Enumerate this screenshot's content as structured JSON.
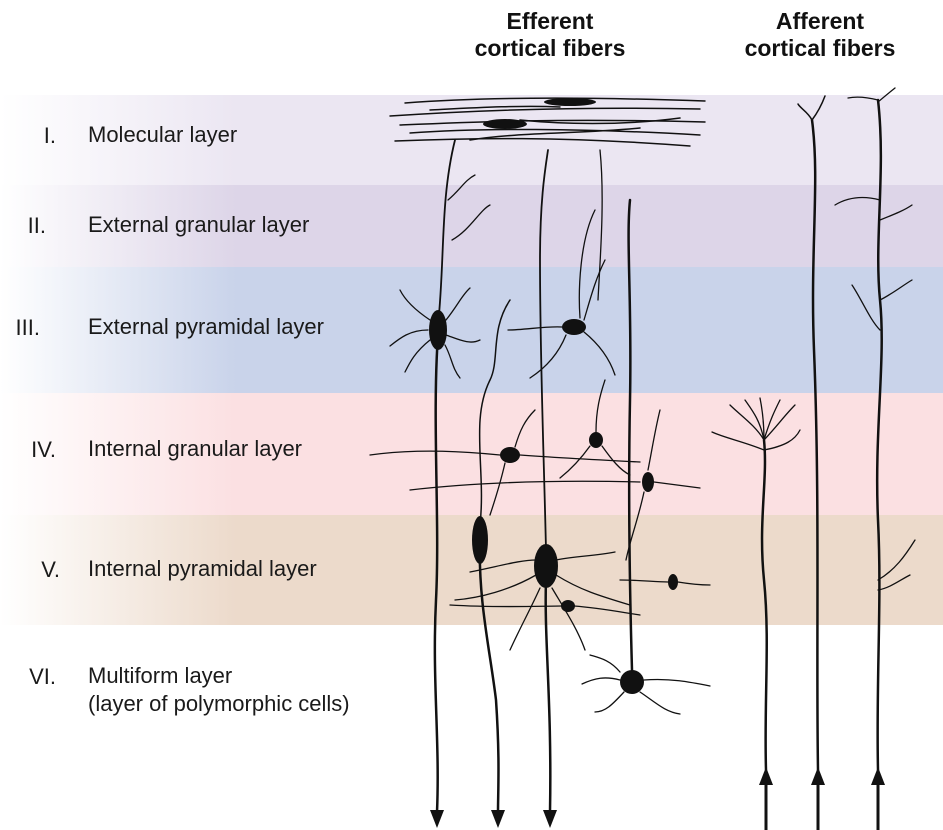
{
  "headers": {
    "efferent": [
      "Efferent",
      "cortical fibers"
    ],
    "afferent": [
      "Afferent",
      "cortical fibers"
    ]
  },
  "layers": [
    {
      "numeral": "I.",
      "name": "Molecular layer"
    },
    {
      "numeral": "II.",
      "name": "External granular layer"
    },
    {
      "numeral": "III.",
      "name": "External pyramidal layer"
    },
    {
      "numeral": "IV.",
      "name": "Internal granular layer"
    },
    {
      "numeral": "V.",
      "name": "Internal pyramidal layer"
    },
    {
      "numeral": "VI.",
      "name": "Multiform layer",
      "subtitle": "(layer of polymorphic cells)"
    }
  ],
  "colors": {
    "layer_I": "#ebe6f2",
    "layer_II": "#ddd5e8",
    "layer_III": "#c9d3ea",
    "layer_IV": "#fbe0e2",
    "layer_V": "#ecdacb",
    "ink": "#111111"
  }
}
